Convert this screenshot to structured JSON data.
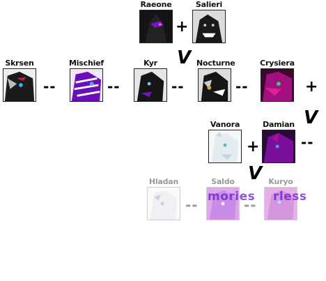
{
  "wolves": {
    "raeone": "Raeone",
    "salieri": "Salieri",
    "skrsen": "Skrsen",
    "mischief": "Mischief",
    "kyr": "Kyr",
    "nocturne": "Nocturne",
    "crysiera": "Crysiera",
    "vanora": "Vanora",
    "damian": "Damian",
    "hladan": "Hladan",
    "saldo": "Saldo",
    "kuryo": "Kuryo"
  },
  "symbols": {
    "plus": "+",
    "dash": "--",
    "vee": "V"
  },
  "watermark": {
    "left": "mories",
    "right": "rless"
  },
  "colors": {
    "purple": "#7a12c8",
    "magenta": "#b0108a",
    "black": "#111111",
    "white_fur": "#e8eef2"
  }
}
